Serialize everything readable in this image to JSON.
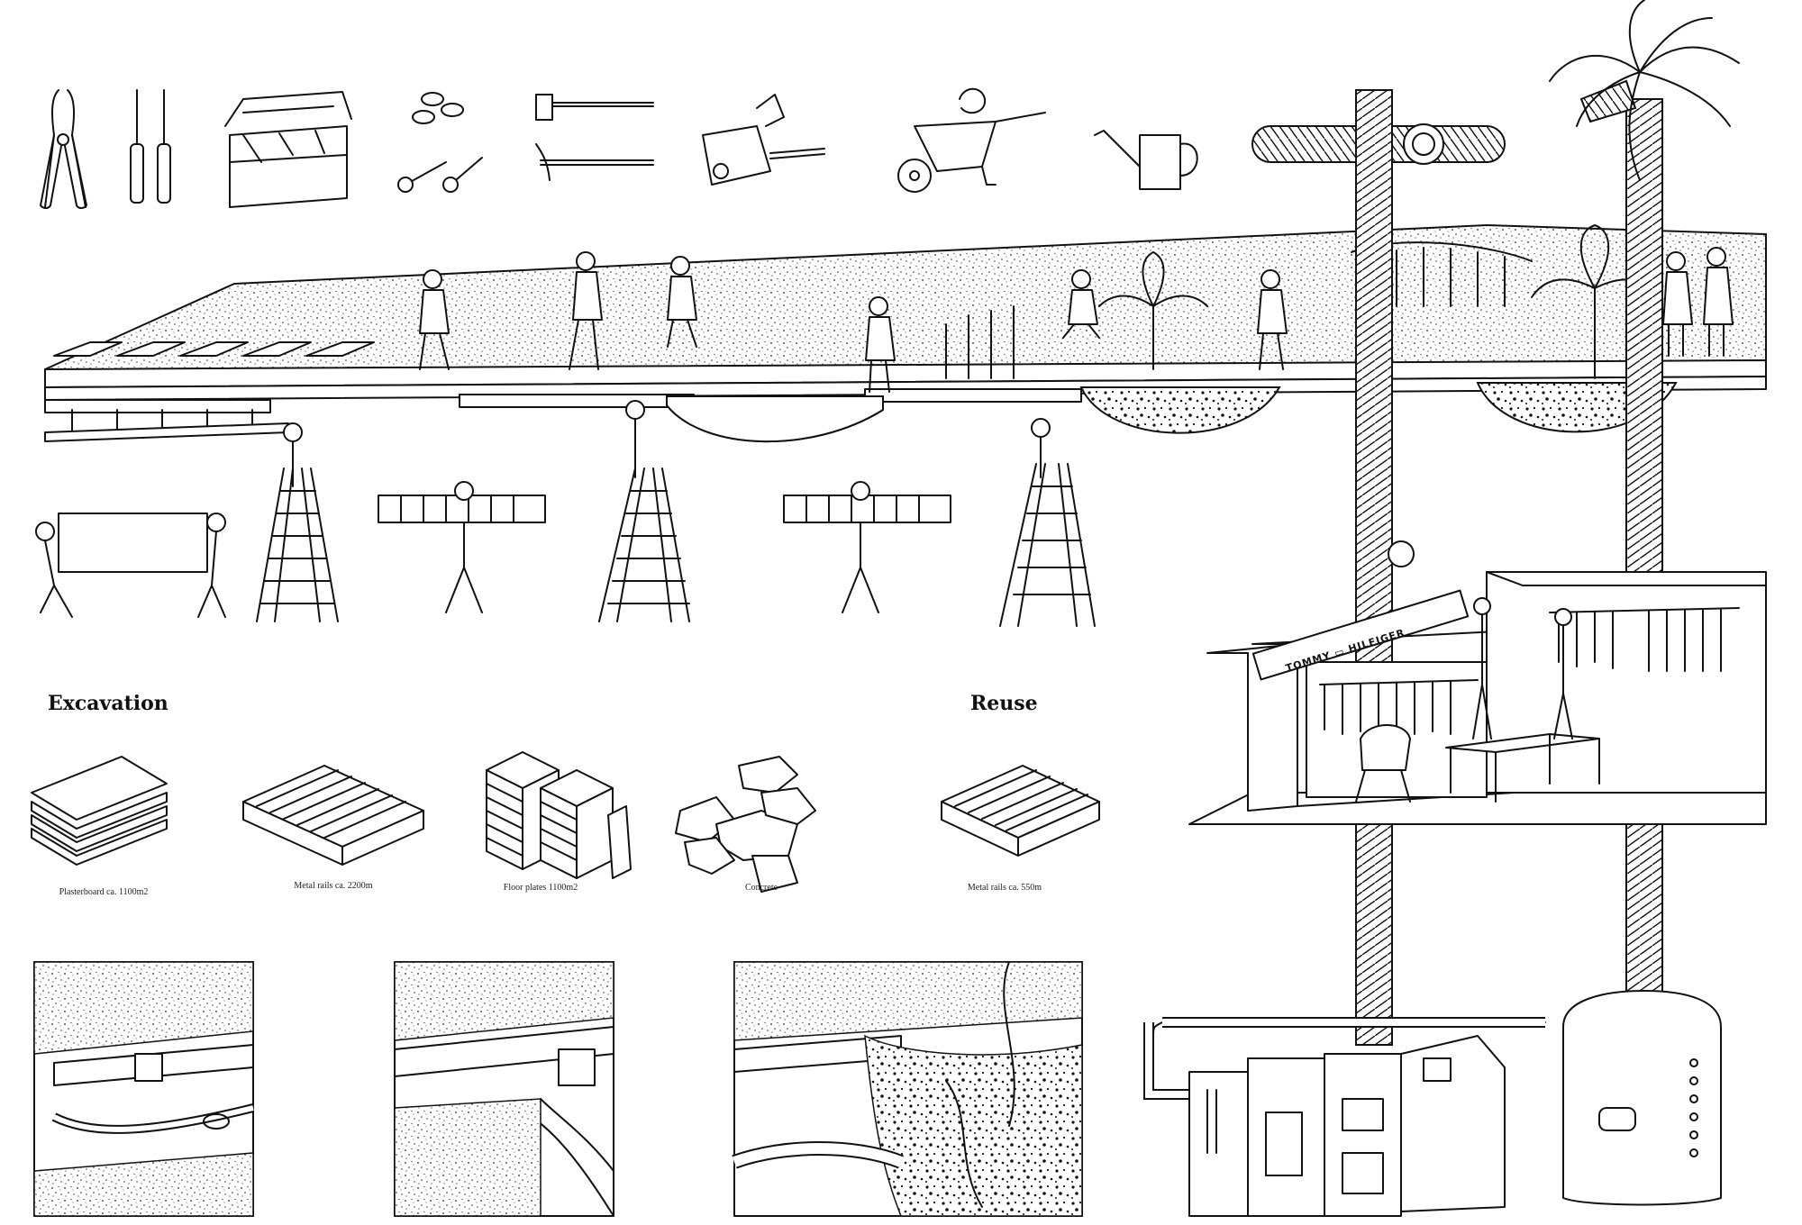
{
  "headings": {
    "excavation": "Excavation",
    "reuse": "Reuse"
  },
  "materials": [
    {
      "caption": "Plasterboard ca. 1100m2"
    },
    {
      "caption": "Metal rails ca. 2200m"
    },
    {
      "caption": "Floor plates 1100m2"
    },
    {
      "caption": "Concrete"
    },
    {
      "caption": "Metal rails ca. 550m"
    }
  ],
  "shop": {
    "brand": "TOMMY ▭ HILFIGER"
  },
  "tools": [
    {
      "icon": "pliers-icon"
    },
    {
      "icon": "screwdriver-icon"
    },
    {
      "icon": "toolbox-icon"
    },
    {
      "icon": "screws-icon"
    },
    {
      "icon": "hammer-pickaxe-icon"
    },
    {
      "icon": "jackhammer-icon"
    },
    {
      "icon": "wheelbarrow-icon"
    },
    {
      "icon": "watering-can-icon"
    }
  ],
  "colors": {
    "line": "#111111",
    "background": "#ffffff"
  }
}
